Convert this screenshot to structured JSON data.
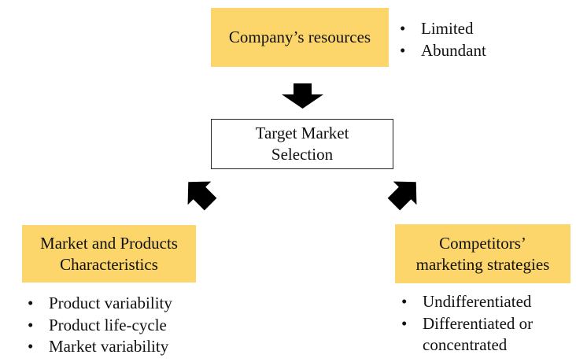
{
  "resources": {
    "title": "Company’s resources",
    "items": [
      "Limited",
      "Abundant"
    ]
  },
  "target": {
    "line1": "Target Market",
    "line2": "Selection"
  },
  "market": {
    "line1": "Market and Products",
    "line2": "Characteristics",
    "items": [
      "Product variability",
      "Product life-cycle",
      "Market variability"
    ]
  },
  "competitors": {
    "line1": "Competitors’",
    "line2": "marketing strategies",
    "items": [
      "Undifferentiated",
      "Differentiated or",
      "concentrated"
    ]
  },
  "colors": {
    "box_fill": "#fcd66b",
    "arrow": "#000000"
  },
  "icons": [
    "arrow-down-icon",
    "arrow-up-right-icon",
    "arrow-up-left-icon"
  ]
}
